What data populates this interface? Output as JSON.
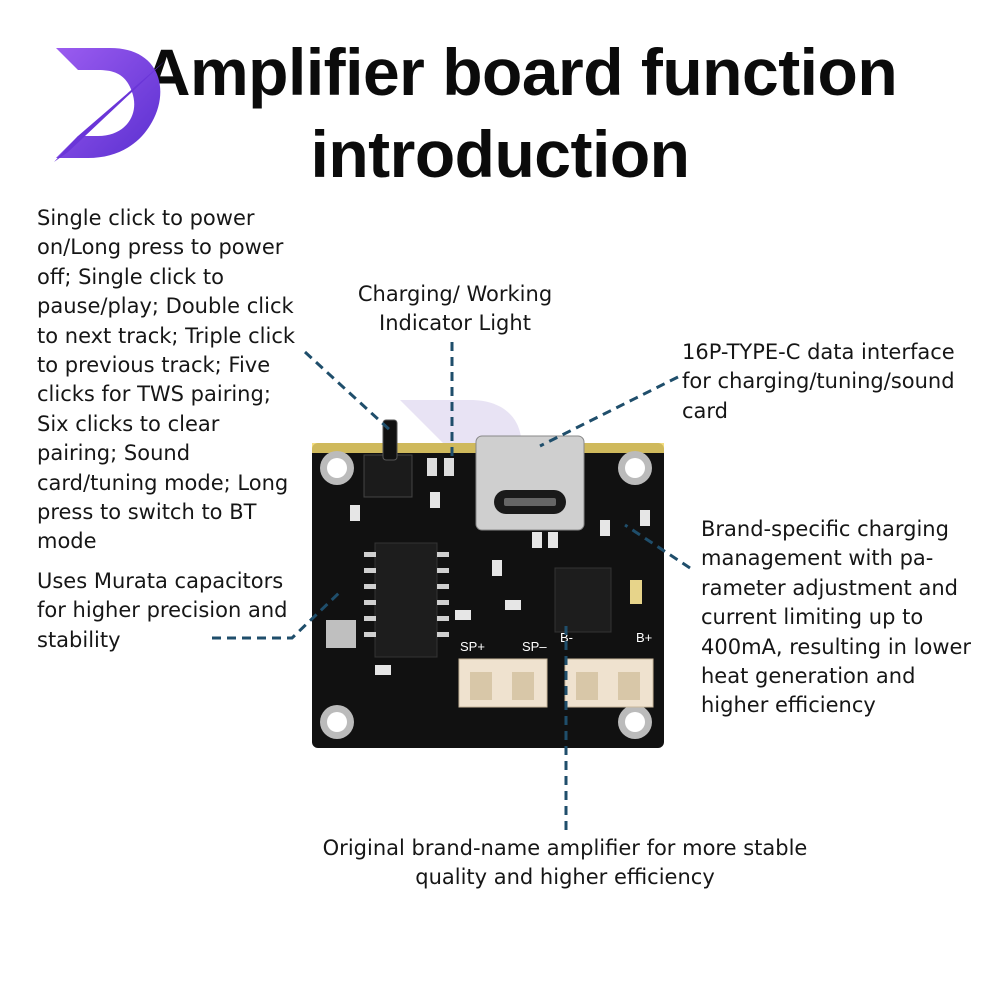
{
  "title": {
    "line1": "Amplifier board function",
    "line2": "introduction"
  },
  "logo": {
    "icon": "purple-d-logo-icon",
    "color": "#6a35d8"
  },
  "annotations": {
    "button": "Single click to power on/Long press to power off; Single click to pause/play; Double click to next track; Triple click to previous track; Five clicks for TWS pairing; Six clicks to clear pairing; Sound card/tuning mode; Long press to switch to BT mode",
    "indicator": "Charging/ Working Indicator Light",
    "typec": "16P-TYPE-C data interface for charging/tuning/sound card",
    "capacitors": "Uses Murata capacitors for higher precision and stability",
    "charging": "Brand-specific charging management with pa- rameter adjustment and current limiting up to 400mA, resulting in lower heat generation and higher efficiency",
    "amplifier": "Original brand-name amplifier for more stable quality and higher efficiency"
  },
  "board": {
    "silkscreen": {
      "sp_plus": "SP+",
      "sp_minus": "SP–",
      "b_minus": "B-",
      "b_plus": "B+"
    },
    "pcb_color": "#111111"
  },
  "colors": {
    "leader": "#1f4e6b",
    "title": "#0b0b0b"
  }
}
